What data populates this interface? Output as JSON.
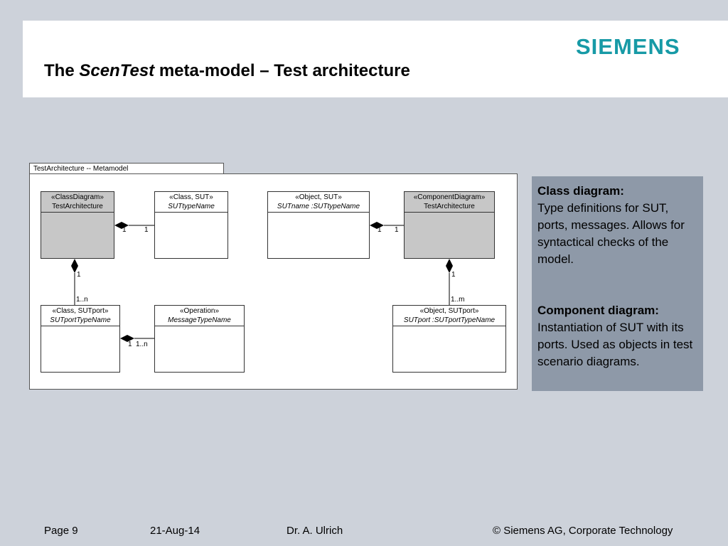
{
  "header": {
    "logo": "SIEMENS",
    "title_prefix": "The ",
    "title_italic": "ScenTest",
    "title_suffix": " meta-model – Test architecture"
  },
  "diagram": {
    "frame_label": "TestArchitecture -- Metamodel",
    "boxes": {
      "class_diagram": {
        "stereotype": "«ClassDiagram»",
        "name": "TestArchitecture"
      },
      "class_sut": {
        "stereotype": "«Class, SUT»",
        "name": "SUTtypeName"
      },
      "object_sut": {
        "stereotype": "«Object, SUT»",
        "name": "SUTname :SUTtypeName"
      },
      "component_diagram": {
        "stereotype": "«ComponentDiagram»",
        "name": "TestArchitecture"
      },
      "class_sutport": {
        "stereotype": "«Class, SUTport»",
        "name": "SUTportTypeName"
      },
      "operation": {
        "stereotype": "«Operation»",
        "name": "MessageTypeName"
      },
      "object_sutport": {
        "stereotype": "«Object, SUTport»",
        "name": "SUTport :SUTportTypeName"
      }
    },
    "multiplicities": {
      "cd_sut_left": "1",
      "cd_sut_right": "1",
      "obj_comp_left": "1",
      "obj_comp_right": "1",
      "cd_port_top": "1",
      "cd_port_bottom": "1..n",
      "comp_port_top": "1",
      "comp_port_bottom": "1..m",
      "port_op_left": "1",
      "port_op_right": "1..n"
    }
  },
  "sidebar": {
    "class_heading": "Class diagram:",
    "class_text": "Type definitions for SUT, ports, messages. Allows for syntactical checks of the model.",
    "component_heading": "Component diagram:",
    "component_text": "Instantiation of SUT with its ports. Used as objects in test scenario diagrams."
  },
  "footer": {
    "page": "Page 9",
    "date": "21-Aug-14",
    "author": "Dr. A. Ulrich",
    "copyright": "© Siemens AG, Corporate Technology"
  }
}
